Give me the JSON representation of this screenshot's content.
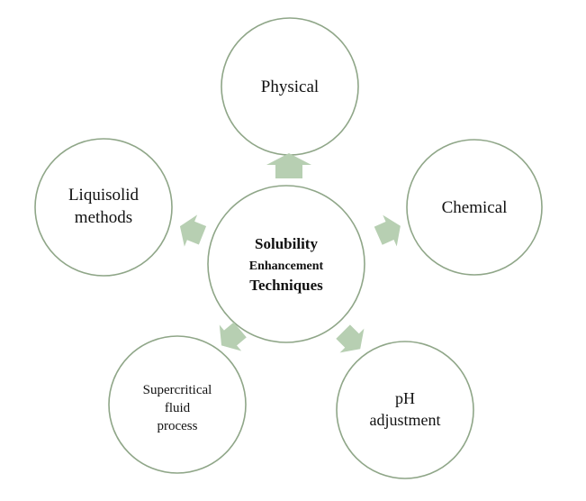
{
  "diagram": {
    "center": {
      "line1": "Solubility",
      "line2": "Enhancement",
      "line3": "Techniques"
    },
    "nodes": {
      "physical": {
        "line1": "Physical"
      },
      "chemical": {
        "line1": "Chemical"
      },
      "ph": {
        "line1": "pH",
        "line2": "adjustment"
      },
      "supercritical": {
        "line1": "Supercritical",
        "line2": "fluid",
        "line3": "process"
      },
      "liquisolid": {
        "line1": "Liquisolid",
        "line2": "methods"
      }
    }
  },
  "colors": {
    "circle_stroke": "#8fa688",
    "arrow_fill": "#b7cfb2",
    "text": "#111111"
  }
}
